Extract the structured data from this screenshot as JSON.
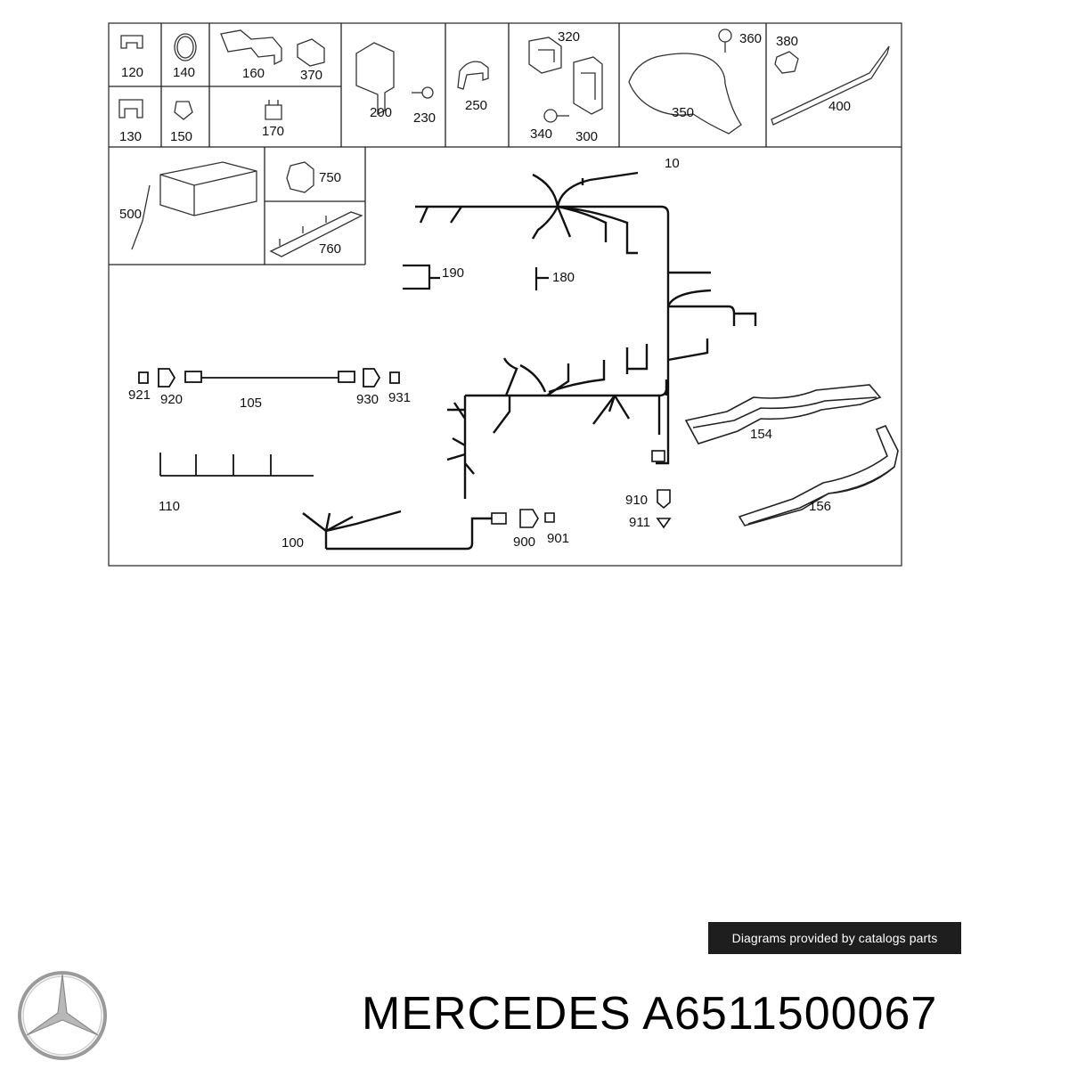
{
  "labels": {
    "p120": "120",
    "p140": "140",
    "p160": "160",
    "p370": "370",
    "p200": "200",
    "p230": "230",
    "p250": "250",
    "p320": "320",
    "p340": "340",
    "p300": "300",
    "p360": "360",
    "p350": "350",
    "p380": "380",
    "p400": "400",
    "p130": "130",
    "p150": "150",
    "p170": "170",
    "p500": "500",
    "p750": "750",
    "p760": "760",
    "p10": "10",
    "p190": "190",
    "p180": "180",
    "p921": "921",
    "p920": "920",
    "p105": "105",
    "p930": "930",
    "p931": "931",
    "p154": "154",
    "p156": "156",
    "p110": "110",
    "p910": "910",
    "p911": "911",
    "p100": "100",
    "p900": "900",
    "p901": "901"
  },
  "footer": {
    "credit": "Diagrams provided by catalogs parts",
    "title": "MERCEDES A6511500067"
  },
  "icons": {
    "logo": "mercedes-star-logo"
  },
  "colors": {
    "badge_bg": "#1e1e1e",
    "line": "#111111"
  }
}
